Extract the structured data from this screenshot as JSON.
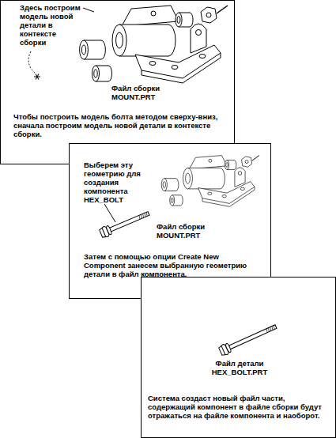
{
  "diagram": {
    "nodes": [
      {
        "text": [
          "Здесь построим модель новой детали в контексте сборки",
          "Файл сборки MOUNT.PRT",
          "Чтобы построить модель болта методом сверху-вниз, сначала построим модель новой детали в контексте сборки."
        ]
      },
      {
        "text": [
          "Выберем эту геометрию для создания компонента HEX_BOLT",
          "Файл сборки MOUNT.PRT",
          "Затем с помощью опции Create New Component занесем выбранную геометрию детали в файл компонента."
        ]
      },
      {
        "text": [
          "Файл детали HEX_BOLT.PRT",
          "Система создаст новый файл части, содержащий компонент в файле сборки будут отражаться на файле компонента и наоборот."
        ]
      }
    ]
  }
}
